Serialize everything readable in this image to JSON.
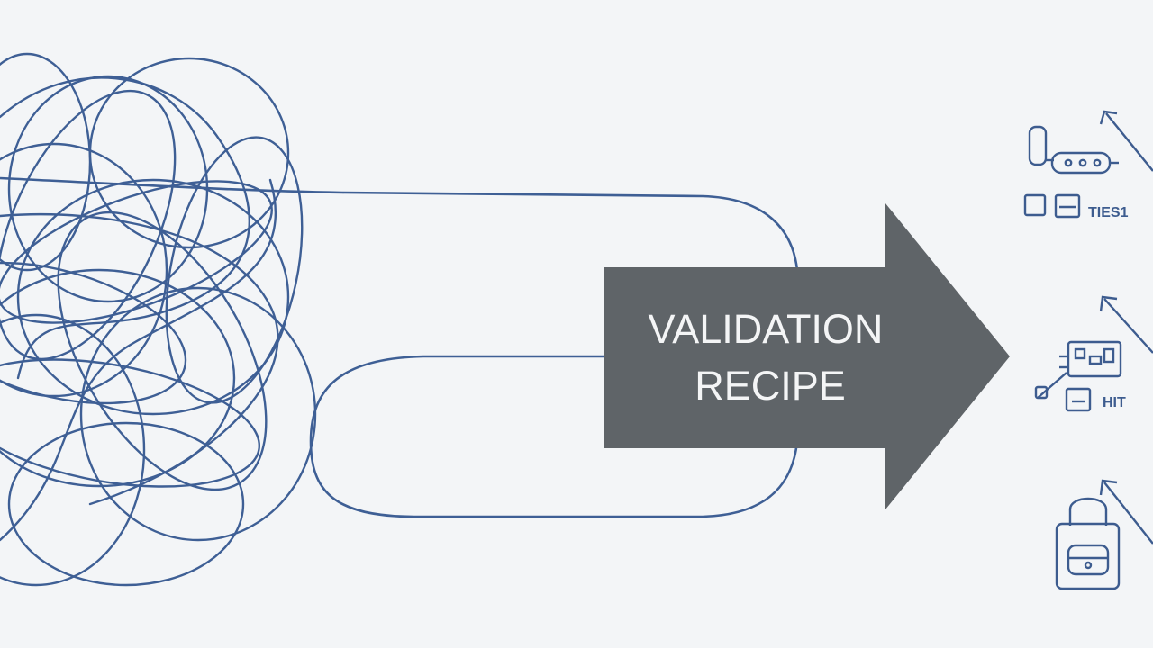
{
  "colors": {
    "background": "#f3f5f7",
    "line": "#3e5f95",
    "arrow": "#5f6468",
    "arrow_text": "#f4f5f6",
    "icon": "#3d5c8f"
  },
  "arrow": {
    "line1": "VALIDATION",
    "line2": "RECIPE"
  },
  "outputs": [
    {
      "label": "TIES1",
      "icon": "test-tube-icon"
    },
    {
      "label": "HIT",
      "icon": "circuit-board-icon"
    },
    {
      "label": "",
      "icon": "lock-icon"
    }
  ]
}
